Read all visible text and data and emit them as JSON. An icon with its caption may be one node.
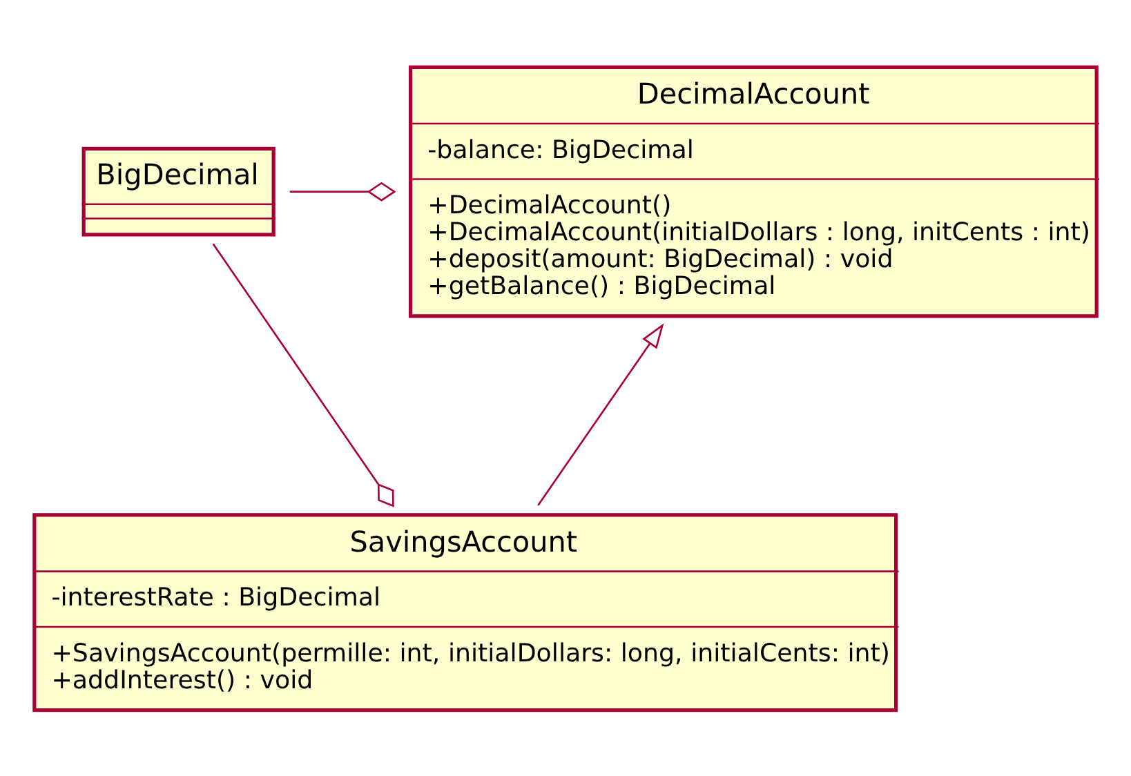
{
  "diagram": {
    "nodes": [
      {
        "text": [
          "BigDecimal"
        ]
      },
      {
        "text": [
          "DecimalAccount",
          "-balance: BigDecimal",
          "+DecimalAccount()",
          "+DecimalAccount(initialDollars : long, initCents : int)",
          "+deposit(amount: BigDecimal) : void",
          "+getBalance() : BigDecimal"
        ]
      },
      {
        "text": [
          "SavingsAccount",
          "-interestRate : BigDecimal",
          "+SavingsAccount(permille: int, initialDollars: long, initialCents: int)",
          "+addInterest() : void"
        ]
      }
    ],
    "edges": [
      {
        "from": 0,
        "to": 1,
        "arrow": "other"
      },
      {
        "from": 0,
        "to": 2,
        "arrow": "other"
      },
      {
        "from": 2,
        "to": 1,
        "arrow": "to"
      }
    ]
  }
}
